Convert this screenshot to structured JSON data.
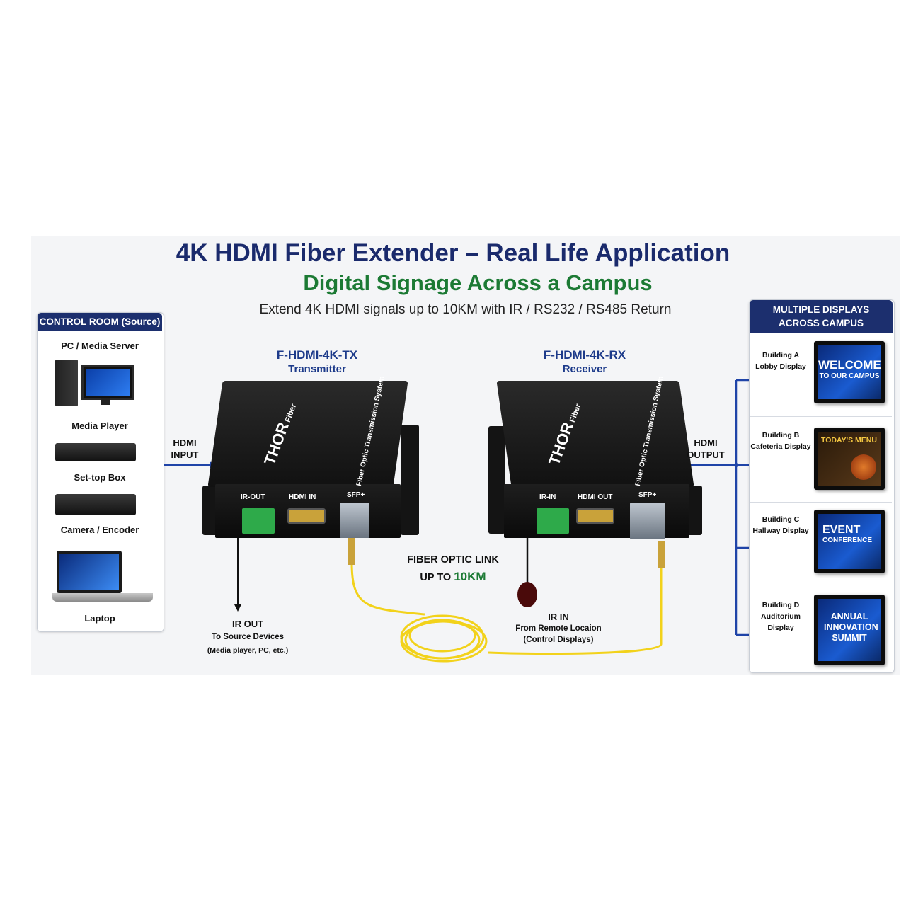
{
  "header": {
    "title": "4K HDMI Fiber Extender – Real Life Application",
    "subtitle": "Digital Signage Across a Campus",
    "tagline": "Extend 4K HDMI signals up to 10KM with IR / RS232 / RS485 Return"
  },
  "source_panel": {
    "heading": "CONTROL ROOM (Source)",
    "items": [
      "PC / Media Server",
      "Media Player",
      "Set-top Box",
      "Camera / Encoder",
      "Laptop"
    ]
  },
  "hdmi_input": {
    "line1": "HDMI",
    "line2": "INPUT"
  },
  "hdmi_output": {
    "line1": "HDMI",
    "line2": "OUTPUT"
  },
  "transmitter": {
    "model": "F-HDMI-4K-TX",
    "role": "Transmitter",
    "ports": {
      "ir": "IR-OUT",
      "hdmi": "HDMI IN",
      "sfp": "SFP+"
    },
    "brand": "THOR",
    "brand_sub": "Fiber",
    "side_text": "Fiber Optic Transmission System"
  },
  "receiver": {
    "model": "F-HDMI-4K-RX",
    "role": "Receiver",
    "ports": {
      "ir": "IR-IN",
      "hdmi": "HDMI OUT",
      "sfp": "SFP+"
    },
    "brand": "THOR",
    "brand_sub": "Fiber",
    "side_text": "Fiber Optic Transmission System"
  },
  "fiber": {
    "line1": "FIBER OPTIC LINK",
    "line2_prefix": "UP TO ",
    "line2_value": "10KM"
  },
  "ir_out": {
    "title": "IR OUT",
    "line1": "To Source Devices",
    "line2": "(Media player, PC, etc.)"
  },
  "ir_in": {
    "title": "IR IN",
    "line1": "From Remote Locaion",
    "line2": "(Control Displays)"
  },
  "displays_panel": {
    "heading_line1": "MULTIPLE DISPLAYS",
    "heading_line2": "ACROSS CAMPUS",
    "buildings": [
      {
        "name": "Building A",
        "place": "Lobby Display",
        "screen_big": "WELCOME",
        "screen_small": "TO OUR CAMPUS"
      },
      {
        "name": "Building B",
        "place": "Cafeteria Display",
        "screen_big": "TODAY'S MENU",
        "screen_small": ""
      },
      {
        "name": "Building C",
        "place": "Hallway Display",
        "screen_big": "EVENT",
        "screen_small": "CONFERENCE"
      },
      {
        "name": "Building D",
        "place": "Auditorium Display",
        "screen_big": "ANNUAL INNOVATION SUMMIT",
        "screen_small": ""
      }
    ]
  },
  "colors": {
    "navy": "#1c2f6e",
    "green": "#1c7a34",
    "arrow": "#1f44a8",
    "fiber": "#f2d21b",
    "terminal": "#2eaa4a"
  }
}
